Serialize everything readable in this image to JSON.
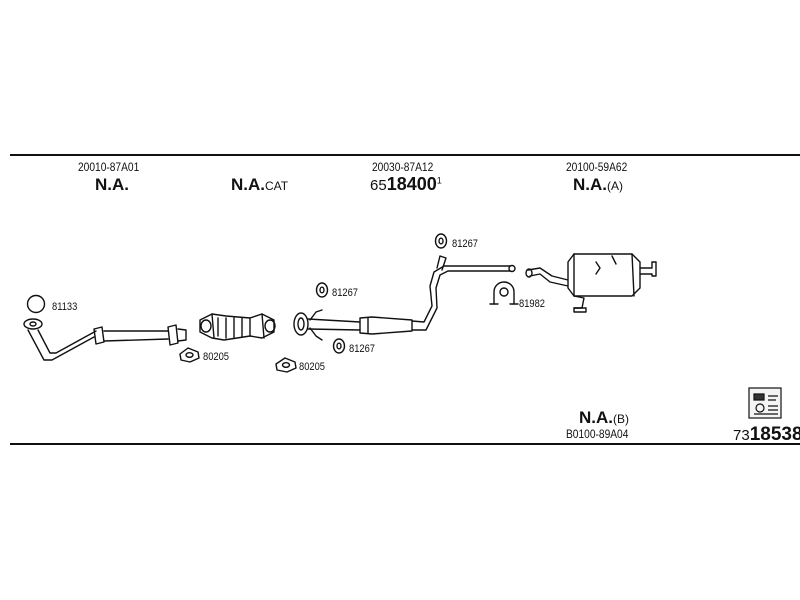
{
  "top_labels": [
    {
      "part_no": "20010-87A01",
      "status": "N.A."
    },
    {
      "status": "N.A.",
      "suffix": "CAT"
    },
    {
      "part_no": "20030-87A12",
      "price_prefix": "65",
      "price_main": "18400",
      "price_sup": "1"
    },
    {
      "part_no": "20100-59A62",
      "status": "N.A.",
      "suffix": "(A)"
    }
  ],
  "callouts": {
    "c1": "81133",
    "c2": "80205",
    "c3": "80205",
    "c4": "81267",
    "c5": "81267",
    "c6": "81267",
    "c7": "81982"
  },
  "bottom": {
    "status": "N.A.",
    "suffix": "(B)",
    "part_no": "B0100-89A04",
    "ref_prefix": "73",
    "ref_main": "18538"
  },
  "icons": [
    "gasket-ring-icon",
    "flange-gasket-icon",
    "rubber-hanger-icon",
    "clamp-icon",
    "catalytic-converter-icon",
    "muffler-icon",
    "catalog-reference-icon"
  ]
}
